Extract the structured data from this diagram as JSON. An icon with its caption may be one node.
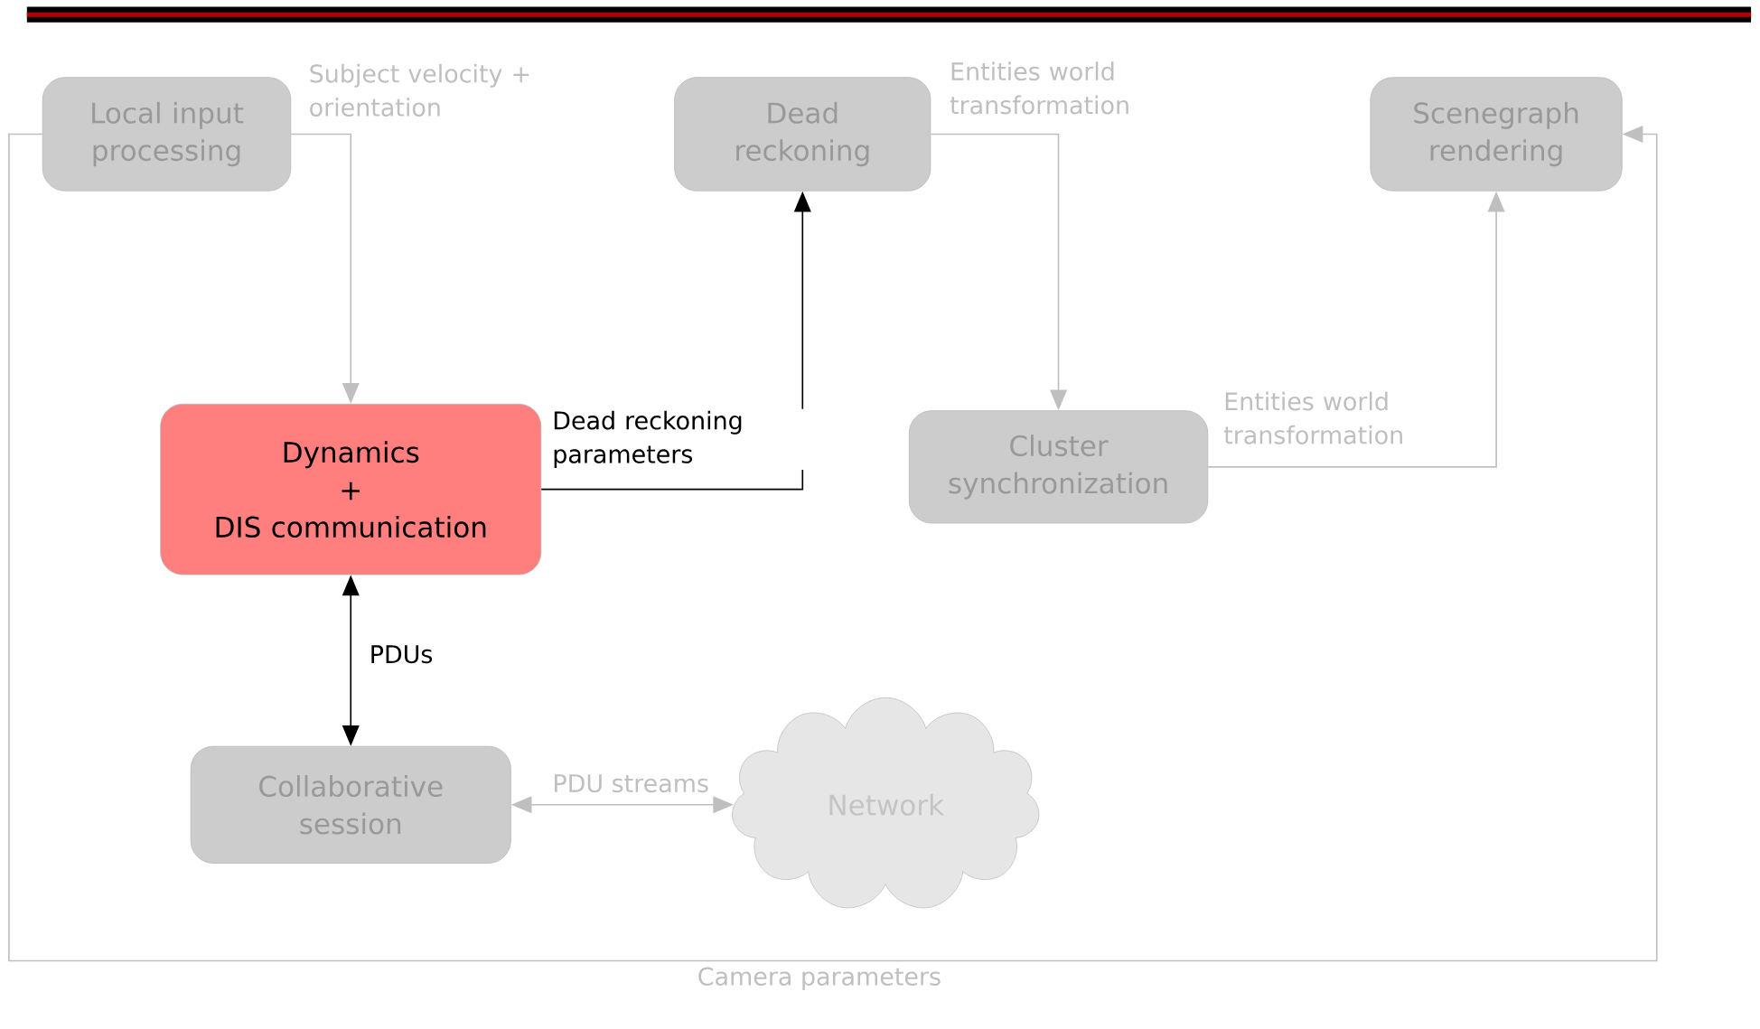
{
  "diagram": {
    "nodes": [
      {
        "text": [
          "Local input processing"
        ]
      },
      {
        "text": [
          "Dead reckoning"
        ]
      },
      {
        "text": [
          "Scenegraph rendering"
        ]
      },
      {
        "text": [
          "Dynamics",
          "+",
          "DIS communication"
        ]
      },
      {
        "text": [
          "Cluster synchronization"
        ]
      },
      {
        "text": [
          "Collaborative session"
        ]
      },
      {
        "text": [
          "Network"
        ]
      }
    ],
    "edges": [
      {
        "from": 0,
        "to": 3,
        "arrow": "to",
        "label": "Subject velocity + orientation"
      },
      {
        "from": 1,
        "to": 4,
        "arrow": "to",
        "label": "Entities world transformation"
      },
      {
        "from": 4,
        "to": 2,
        "arrow": "to",
        "label": "Entities world transformation"
      },
      {
        "from": 3,
        "to": 1,
        "arrow": "to",
        "label": "Dead reckoning parameters",
        "color": "#000000"
      },
      {
        "from": 3,
        "to": 5,
        "arrow": "both",
        "label": "PDUs",
        "color": "#000000"
      },
      {
        "from": 5,
        "to": 6,
        "arrow": "both",
        "label": "PDU streams"
      },
      {
        "from": 0,
        "to": 2,
        "arrow": "to",
        "label": "Camera parameters"
      }
    ]
  }
}
